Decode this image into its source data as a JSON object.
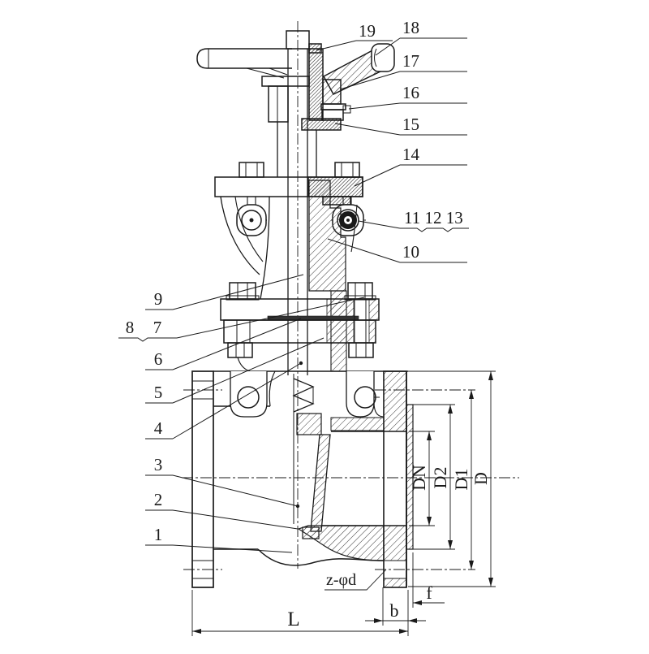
{
  "drawing": {
    "type": "gate-valve-sectional-drawing",
    "background": "#ffffff",
    "line_color": "#1a1a1a"
  },
  "callouts": {
    "right": {
      "c19": "19",
      "c18": "18",
      "c17": "17",
      "c16": "16",
      "c15": "15",
      "c14": "14",
      "c11_12_13": "11 12 13",
      "c10": "10"
    },
    "left": {
      "c9": "9",
      "c8": "8",
      "c7": "7",
      "c6": "6",
      "c5": "5",
      "c4": "4",
      "c3": "3",
      "c2": "2",
      "c1": "1"
    }
  },
  "dimensions": {
    "bore_diameter": "DN",
    "raised_face_diameter": "D2",
    "bolt_circle_diameter": "D1",
    "flange_outer_diameter": "D",
    "face_to_face_length": "L",
    "flange_thickness": "b",
    "raised_face_height": "f",
    "bolt_holes": "z-φd"
  }
}
